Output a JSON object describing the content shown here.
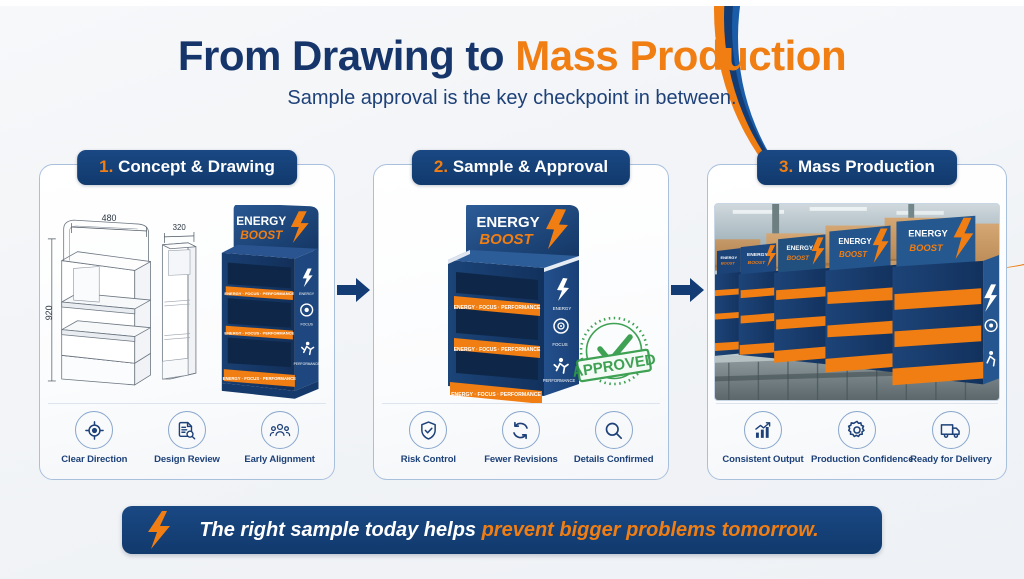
{
  "header": {
    "title_main": "From Drawing to ",
    "title_accent": "Mass Production",
    "subtitle": "Sample approval is the key checkpoint in between."
  },
  "colors": {
    "navy": "#16366b",
    "panel_header": "#123c73",
    "orange": "#f07e13",
    "icon_blue": "#1d4178",
    "stamp_green": "#2f9a45",
    "border_blue": "#a9c0dd"
  },
  "panels": [
    {
      "number": "1.",
      "title": "Concept & Drawing",
      "visual": "technical-drawing",
      "drawing": {
        "dim_width": "480",
        "dim_depth": "320",
        "dim_height": "920"
      },
      "icons": [
        {
          "name": "target-icon",
          "label": "Clear Direction"
        },
        {
          "name": "document-review-icon",
          "label": "Design Review"
        },
        {
          "name": "people-group-icon",
          "label": "Early Alignment"
        }
      ]
    },
    {
      "number": "2.",
      "title": "Sample & Approval",
      "visual": "sample-stand-with-stamp",
      "stamp": {
        "label": "APPROVED"
      },
      "icons": [
        {
          "name": "shield-check-icon",
          "label": "Risk Control"
        },
        {
          "name": "refresh-cycle-icon",
          "label": "Fewer Revisions"
        },
        {
          "name": "magnifier-icon",
          "label": "Details Confirmed"
        }
      ]
    },
    {
      "number": "3.",
      "title": "Mass Production",
      "visual": "warehouse-photo",
      "icons": [
        {
          "name": "growth-chart-icon",
          "label": "Consistent Output"
        },
        {
          "name": "gear-icon",
          "label": "Production Confidence"
        },
        {
          "name": "delivery-truck-icon",
          "label": "Ready for Delivery"
        }
      ]
    }
  ],
  "product_display": {
    "brand_line1": "ENERGY",
    "brand_line2": "BOOST",
    "shelf_strip": "ENERGY · FOCUS · PERFORMANCE",
    "side_icons": [
      {
        "name": "bolt-icon",
        "label": "ENERGY"
      },
      {
        "name": "focus-gear-icon",
        "label": "FOCUS"
      },
      {
        "name": "runner-icon",
        "label": "PERFORMANCE"
      }
    ]
  },
  "arrows": {
    "icon_name": "right-arrow-icon",
    "count": 2
  },
  "banner": {
    "icon_name": "bolt-icon",
    "text_white": "The right sample today helps ",
    "text_accent": "prevent bigger problems tomorrow."
  }
}
